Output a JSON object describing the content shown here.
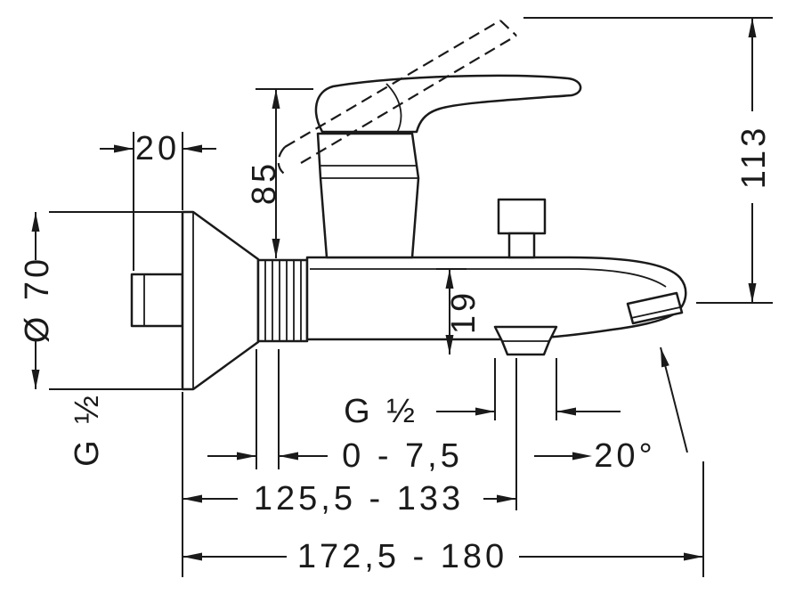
{
  "drawing": {
    "type": "technical-dimension-drawing",
    "subject": "wall-mounted bath mixer faucet, side view",
    "colors": {
      "line": "#1a1a1a",
      "background": "#ffffff"
    },
    "dims": {
      "nipple_depth": "20",
      "handle_height": "85",
      "escutcheon_diameter": "Ø 70",
      "wall_thread": "G ½",
      "overall_height": "113",
      "outlet_drop": "19",
      "outlet_thread": "G ½",
      "adjust_range": "0 - 7,5",
      "spout_angle": "20°",
      "wall_to_outlet": "125,5 - 133",
      "overall_depth": "172,5 - 180"
    }
  }
}
